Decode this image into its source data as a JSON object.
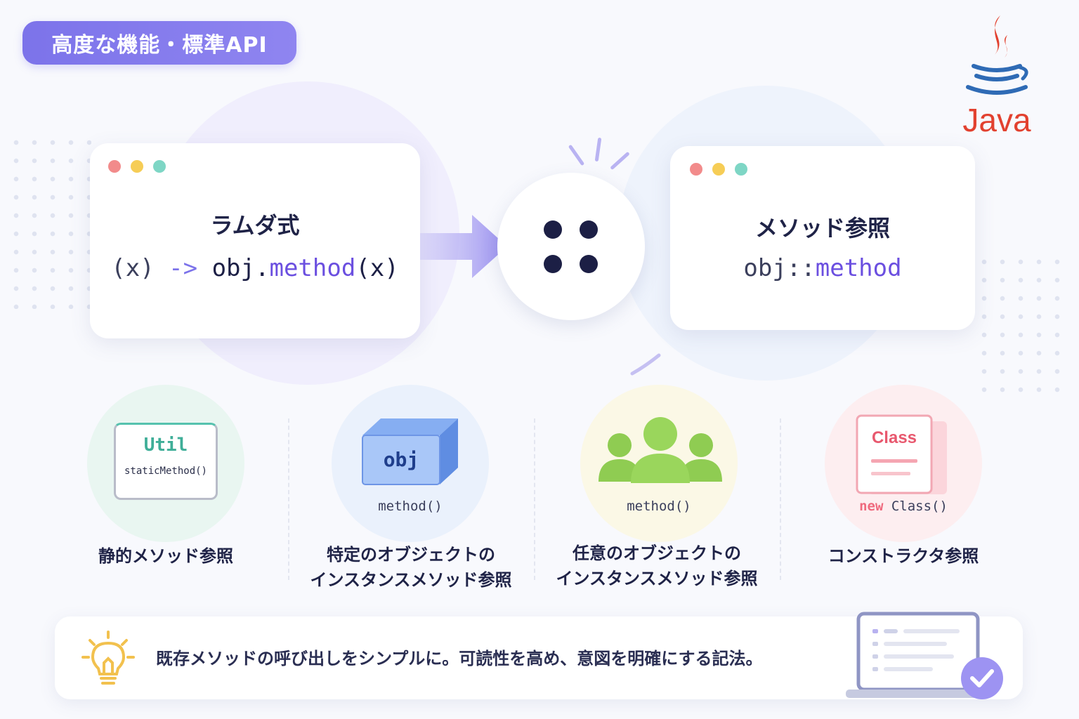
{
  "header": {
    "badge": "高度な機能・標準API",
    "logo_text": "Java"
  },
  "lambda_card": {
    "title": "ラムダ式",
    "code_parts": [
      "(x)",
      " -> ",
      "obj",
      ".",
      "method",
      "(x)"
    ]
  },
  "method_ref_card": {
    "title": "メソッド参照",
    "code_parts": [
      "obj",
      "::",
      "method"
    ]
  },
  "categories": [
    {
      "label_lines": [
        "静的メソッド参照"
      ],
      "icon_title": "Util",
      "icon_code": "staticMethod()"
    },
    {
      "label_lines": [
        "特定のオブジェクトの",
        "インスタンスメソッド参照"
      ],
      "icon_title": "obj",
      "icon_code": "method()"
    },
    {
      "label_lines": [
        "任意のオブジェクトの",
        "インスタンスメソッド参照"
      ],
      "icon_code": "method()"
    },
    {
      "label_lines": [
        "コンストラクタ参照"
      ],
      "icon_title": "Class",
      "icon_code_kw": "new",
      "icon_code": " Class()"
    }
  ],
  "footer": {
    "text": "既存メソッドの呼び出しをシンプルに。可読性を高め、意図を明確にする記法。"
  },
  "colors": {
    "accent": "#7c73ea",
    "method": "#6b4fe0",
    "dark": "#1c1f45",
    "red_dot": "#f28b8b",
    "yellow_dot": "#f6cd56",
    "teal_dot": "#7ed6c5",
    "java_red": "#e2412f",
    "java_blue": "#2f6bb5"
  }
}
